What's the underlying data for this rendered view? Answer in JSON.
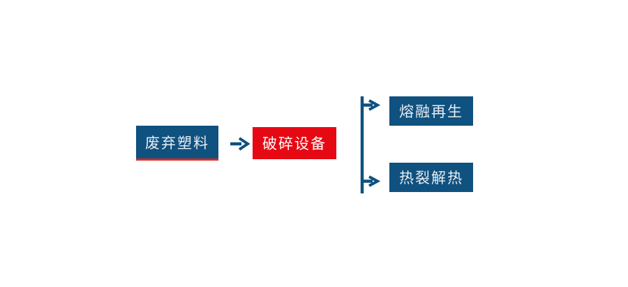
{
  "theme": {
    "canvas-bg": "#ffffff",
    "node-blue": "#0f517f",
    "node-red": "#e60914",
    "underline-red": "#e02b20",
    "connector-blue": "#0f517f",
    "node-text-light": "#e8edf2",
    "node-text-white": "#ffffff"
  },
  "diagram": {
    "type": "flowchart",
    "nodes": [
      {
        "id": "waste-plastic",
        "label": "废弃塑料",
        "style": "blue-with-red-underline"
      },
      {
        "id": "crushing-equipment",
        "label": "破碎设备",
        "style": "red"
      },
      {
        "id": "melt-regeneration",
        "label": "熔融再生",
        "style": "blue"
      },
      {
        "id": "thermal-pyrolysis",
        "label": "热裂解热",
        "style": "blue"
      }
    ],
    "connectors": [
      {
        "id": "main-arrow",
        "from": "waste-plastic",
        "to": "crushing-equipment",
        "type": "arrow-right"
      },
      {
        "id": "branch-top",
        "from": "crushing-equipment",
        "to": "melt-regeneration",
        "type": "arrow-right"
      },
      {
        "id": "branch-bottom",
        "from": "crushing-equipment",
        "to": "thermal-pyrolysis",
        "type": "arrow-right"
      }
    ]
  }
}
